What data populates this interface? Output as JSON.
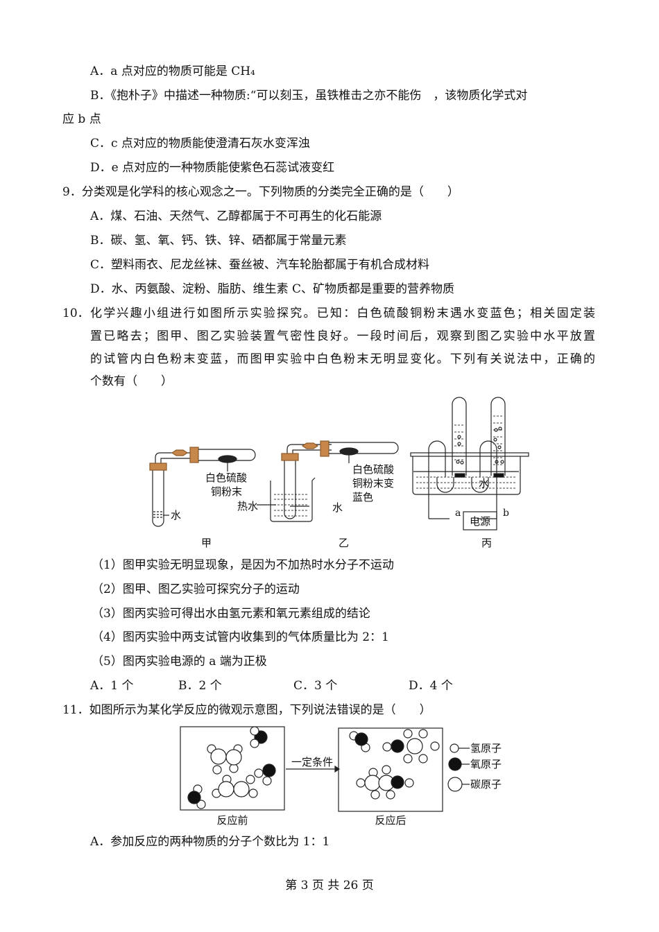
{
  "q8_options": {
    "A": "A．a 点对应的物质可能是 CH₄",
    "B1": "B．《抱朴子》中描述一种物质:“可以刻玉，虽铁椎击之亦不能伤　，该物质化学式对",
    "B2": "应 b 点",
    "C": "C．c 点对应的物质能使澄清石灰水变浑浊",
    "D": "D．e 点对应的一种物质能使紫色石蕊试液变红"
  },
  "q9": {
    "stem": "9．分类观是化学科的核心观念之一。下列物质的分类完全正确的是（　　）",
    "A": "A．煤、石油、天然气、乙醇都属于不可再生的化石能源",
    "B": "B．碳、氢、氧、钙、铁、锌、硒都属于常量元素",
    "C": "C．塑料雨衣、尼龙丝袜、蚕丝被、汽车轮胎都属于有机合成材料",
    "D": "D．水、丙氨酸、淀粉、脂肪、维生素 C、矿物质都是重要的营养物质"
  },
  "q10": {
    "number": "10．",
    "stem_lines": [
      "化学兴趣小组进行如图所示实验探究。已知：白色硫酸铜粉末遇水变蓝色；相关固定装",
      "置已略去；图甲、图乙实验装置气密性良好。一段时间后，观察到图乙实验中水平放置",
      "的试管内白色粉末变蓝，而图甲实验中白色粉末无明显变化。下列有关说法中，正确的",
      "个数有（　　）"
    ],
    "figure": {
      "jia": {
        "powder_label_1": "白色硫酸",
        "powder_label_2": "铜粉末",
        "water_label": "水",
        "caption": "甲"
      },
      "yi": {
        "powder_label_1": "白色硫酸",
        "powder_label_2": "铜粉末变",
        "powder_label_3": "蓝色",
        "hot_water_label": "热水",
        "water_label": "水",
        "caption": "乙"
      },
      "bing": {
        "water_label": "水",
        "terminal_a": "a",
        "terminal_b": "b",
        "power_label": "电源",
        "caption": "丙"
      }
    },
    "statements": [
      "（1）图甲实验无明显现象，是因为不加热时水分子不运动",
      "（2）图甲、图乙实验可探究分子的运动",
      "（3）图丙实验可得出水由氢元素和氧元素组成的结论",
      "（4）图丙实验中两支试管内收集到的气体质量比为 2：1",
      "（5）图丙实验电源的 a 端为正极"
    ],
    "options": [
      "A．1 个",
      "B．2 个",
      "C．3 个",
      "D．4 个"
    ]
  },
  "q11": {
    "stem": "11．如图所示为某化学反应的微观示意图，下列说法错误的是（　　）",
    "figure": {
      "arrow_label": "一定条件",
      "before_caption": "反应前",
      "after_caption": "反应后",
      "legend": [
        "氢原子",
        "氧原子",
        "碳原子"
      ]
    },
    "A": "A．参加反应的两种物质的分子个数比为 1：1"
  },
  "footer": "第 3 页 共 26 页"
}
